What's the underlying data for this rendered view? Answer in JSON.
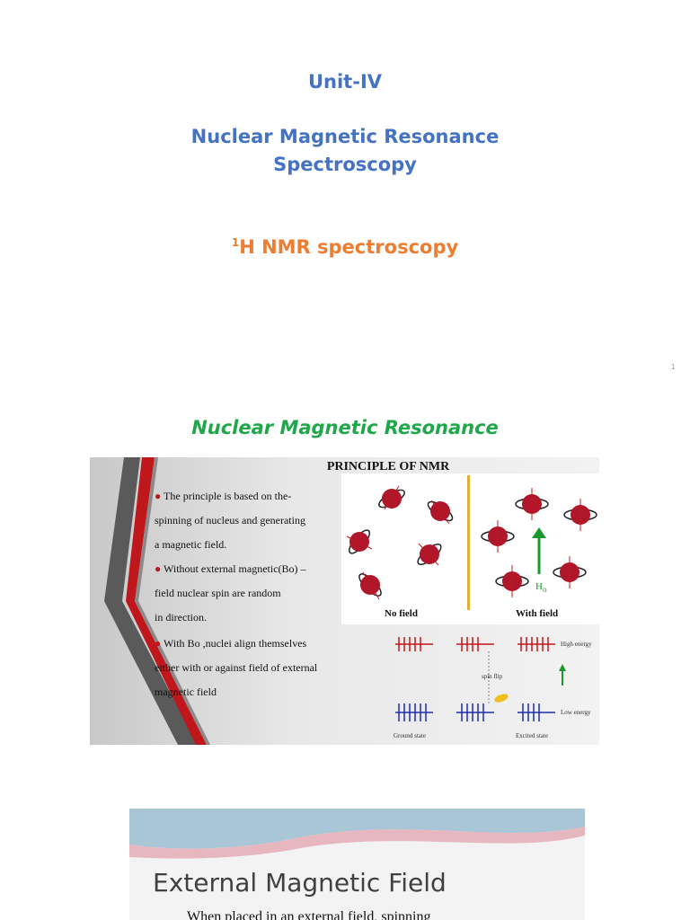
{
  "slide1": {
    "unit": "Unit-IV",
    "title_line1": "Nuclear Magnetic Resonance",
    "title_line2": "Spectroscopy",
    "subtitle_sup": "1",
    "subtitle_text": "H NMR spectroscopy",
    "page_number": "1"
  },
  "slide2": {
    "title": "Nuclear Magnetic Resonance",
    "figure": {
      "heading": "PRINCIPLE OF NMR",
      "bullets": [
        [
          "The principle is based on the-",
          "spinning of nucleus and generating",
          "a magnetic field."
        ],
        [
          "Without external magnetic(Bo) –",
          "field nuclear spin are random",
          " in direction."
        ],
        [
          "With Bo ,nuclei align themselves",
          "either with or against field of external",
          "magnetic field"
        ]
      ],
      "no_field_label": "No field",
      "with_field_label": "With field",
      "field_symbol": "H",
      "field_subscript": "o",
      "high_energy_label": "High energy",
      "low_energy_label": "Low energy",
      "ground_state_label": "Ground state",
      "excited_state_label": "Excited state",
      "spin_flip_label": "spin flip",
      "colors": {
        "accent_red": "#c0171d",
        "arrow_green": "#1a9a2a",
        "low_blue": "#1f2bb0",
        "divider_gold": "#e0b030"
      }
    }
  },
  "slide3": {
    "heading": "External Magnetic Field",
    "body": "When placed in an external field, spinning"
  },
  "colors": {
    "title_blue": "#4472c4",
    "title_orange": "#ed7d31",
    "title_green": "#1ea84a"
  }
}
